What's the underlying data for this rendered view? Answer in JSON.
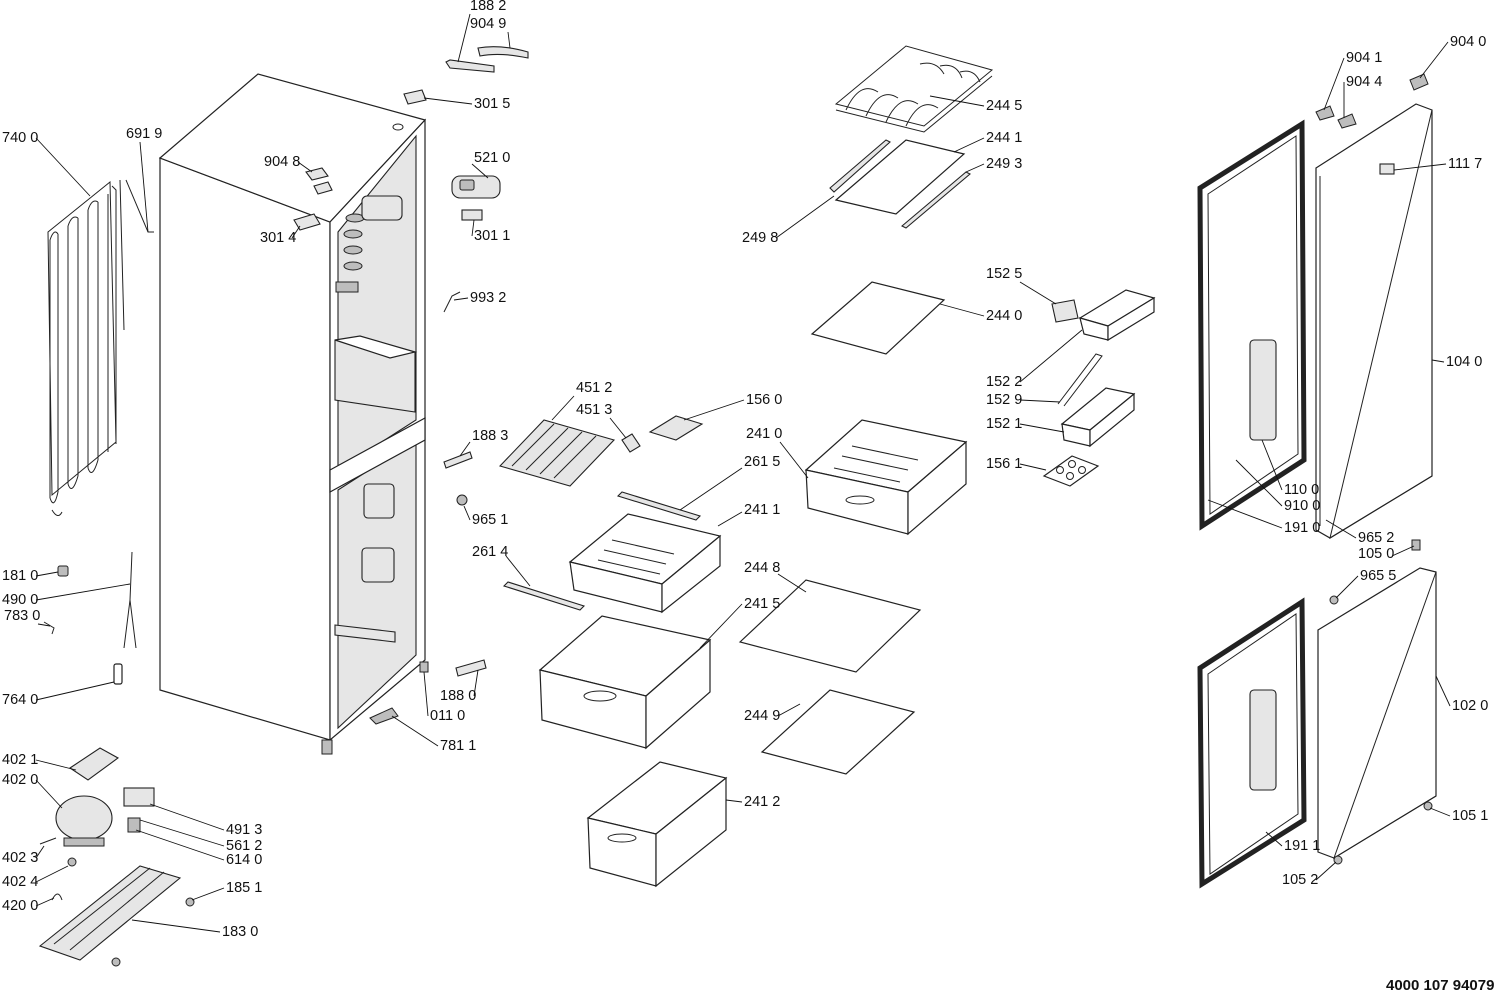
{
  "document_code": "4000 107 94079",
  "labels": [
    {
      "id": "188-2",
      "text": "188 2"
    },
    {
      "id": "904-9",
      "text": "904 9"
    },
    {
      "id": "301-5",
      "text": "301 5"
    },
    {
      "id": "904-8",
      "text": "904 8"
    },
    {
      "id": "301-4",
      "text": "301 4"
    },
    {
      "id": "521-0",
      "text": "521 0"
    },
    {
      "id": "301-1",
      "text": "301 1"
    },
    {
      "id": "740-0",
      "text": "740 0"
    },
    {
      "id": "691-9",
      "text": "691 9"
    },
    {
      "id": "993-2",
      "text": "993 2"
    },
    {
      "id": "244-5",
      "text": "244 5"
    },
    {
      "id": "244-1",
      "text": "244 1"
    },
    {
      "id": "249-3",
      "text": "249 3"
    },
    {
      "id": "249-8",
      "text": "249 8"
    },
    {
      "id": "152-5",
      "text": "152 5"
    },
    {
      "id": "244-0",
      "text": "244 0"
    },
    {
      "id": "152-2",
      "text": "152 2"
    },
    {
      "id": "152-9",
      "text": "152 9"
    },
    {
      "id": "152-1",
      "text": "152 1"
    },
    {
      "id": "156-1",
      "text": "156 1"
    },
    {
      "id": "451-2",
      "text": "451 2"
    },
    {
      "id": "451-3",
      "text": "451 3"
    },
    {
      "id": "156-0",
      "text": "156 0"
    },
    {
      "id": "241-0",
      "text": "241 0"
    },
    {
      "id": "188-3",
      "text": "188 3"
    },
    {
      "id": "261-5",
      "text": "261 5"
    },
    {
      "id": "241-1",
      "text": "241 1"
    },
    {
      "id": "965-1",
      "text": "965 1"
    },
    {
      "id": "261-4",
      "text": "261 4"
    },
    {
      "id": "244-8",
      "text": "244 8"
    },
    {
      "id": "241-5",
      "text": "241 5"
    },
    {
      "id": "244-9",
      "text": "244 9"
    },
    {
      "id": "241-2",
      "text": "241 2"
    },
    {
      "id": "188-0",
      "text": "188 0"
    },
    {
      "id": "011-0",
      "text": "011 0"
    },
    {
      "id": "781-1",
      "text": "781 1"
    },
    {
      "id": "181-0",
      "text": "181 0"
    },
    {
      "id": "490-0",
      "text": "490 0"
    },
    {
      "id": "783-0",
      "text": "783 0"
    },
    {
      "id": "764-0",
      "text": "764 0"
    },
    {
      "id": "402-1",
      "text": "402 1"
    },
    {
      "id": "402-0",
      "text": "402 0"
    },
    {
      "id": "402-3",
      "text": "402 3"
    },
    {
      "id": "402-4",
      "text": "402 4"
    },
    {
      "id": "420-0",
      "text": "420 0"
    },
    {
      "id": "491-3",
      "text": "491 3"
    },
    {
      "id": "561-2",
      "text": "561 2"
    },
    {
      "id": "614-0",
      "text": "614 0"
    },
    {
      "id": "185-1",
      "text": "185 1"
    },
    {
      "id": "183-0",
      "text": "183 0"
    },
    {
      "id": "904-0",
      "text": "904 0"
    },
    {
      "id": "904-1",
      "text": "904 1"
    },
    {
      "id": "904-4",
      "text": "904 4"
    },
    {
      "id": "111-7",
      "text": "111 7"
    },
    {
      "id": "104-0",
      "text": "104 0"
    },
    {
      "id": "110-0",
      "text": "110 0"
    },
    {
      "id": "910-0",
      "text": "910 0"
    },
    {
      "id": "191-0",
      "text": "191 0"
    },
    {
      "id": "965-2",
      "text": "965 2"
    },
    {
      "id": "105-0",
      "text": "105 0"
    },
    {
      "id": "965-5",
      "text": "965 5"
    },
    {
      "id": "102-0",
      "text": "102 0"
    },
    {
      "id": "105-1",
      "text": "105 1"
    },
    {
      "id": "191-1",
      "text": "191 1"
    },
    {
      "id": "105-2",
      "text": "105 2"
    }
  ]
}
